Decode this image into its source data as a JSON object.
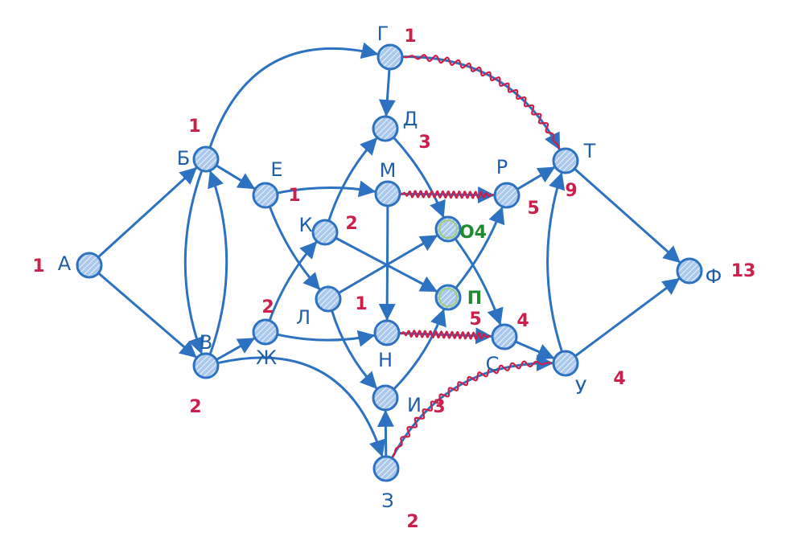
{
  "diagram": {
    "colors": {
      "edge": "#2d72c0",
      "node_fill": "#a9c8ec",
      "node_stroke": "#2d72c0",
      "label": "#1f5fa8",
      "value": "#cc1f4a",
      "value_green": "#1f8a2e",
      "wavy": "#cc1f4a"
    },
    "nodes": [
      {
        "id": "A",
        "label": "А",
        "value": "1",
        "value_color": "value"
      },
      {
        "id": "B",
        "label": "Б",
        "value": "1",
        "value_color": "value"
      },
      {
        "id": "V",
        "label": "В",
        "value": "2",
        "value_color": "value"
      },
      {
        "id": "G",
        "label": "Г",
        "value": "1",
        "value_color": "value"
      },
      {
        "id": "D",
        "label": "Д",
        "value": "3",
        "value_color": "value"
      },
      {
        "id": "E",
        "label": "Е",
        "value": "1",
        "value_color": "value"
      },
      {
        "id": "Zh",
        "label": "Ж",
        "value": "2",
        "value_color": "value"
      },
      {
        "id": "Z",
        "label": "З",
        "value": "2",
        "value_color": "value"
      },
      {
        "id": "I",
        "label": "И",
        "value": "3",
        "value_color": "value"
      },
      {
        "id": "K",
        "label": "К",
        "value": "2",
        "value_color": "value"
      },
      {
        "id": "L",
        "label": "Л",
        "value": "1",
        "value_color": "value"
      },
      {
        "id": "M",
        "label": "М",
        "value": "",
        "value_color": "value"
      },
      {
        "id": "N",
        "label": "Н",
        "value": "",
        "value_color": "value"
      },
      {
        "id": "O",
        "label": "",
        "value": "О4",
        "value_color": "value_green"
      },
      {
        "id": "P",
        "label": "",
        "value": "П",
        "value_color": "value_green"
      },
      {
        "id": "R",
        "label": "Р",
        "value": "5",
        "value_color": "value"
      },
      {
        "id": "S",
        "label": "С",
        "value": "4",
        "value_color": "value"
      },
      {
        "id": "T",
        "label": "Т",
        "value": "9",
        "value_color": "value"
      },
      {
        "id": "U",
        "label": "У",
        "value": "4",
        "value_color": "value"
      },
      {
        "id": "F",
        "label": "Ф",
        "value": "13",
        "value_color": "value"
      }
    ],
    "extra_values": [
      {
        "id": "P5",
        "value": "5",
        "value_color": "value"
      }
    ],
    "edges": [
      {
        "from": "A",
        "to": "B"
      },
      {
        "from": "A",
        "to": "V"
      },
      {
        "from": "B",
        "to": "V"
      },
      {
        "from": "V",
        "to": "B"
      },
      {
        "from": "B",
        "to": "G"
      },
      {
        "from": "B",
        "to": "E"
      },
      {
        "from": "V",
        "to": "Zh"
      },
      {
        "from": "V",
        "to": "Z"
      },
      {
        "from": "G",
        "to": "D"
      },
      {
        "from": "G",
        "to": "T"
      },
      {
        "from": "E",
        "to": "M"
      },
      {
        "from": "E",
        "to": "L"
      },
      {
        "from": "Zh",
        "to": "K"
      },
      {
        "from": "Zh",
        "to": "N"
      },
      {
        "from": "K",
        "to": "D"
      },
      {
        "from": "K",
        "to": "P"
      },
      {
        "from": "L",
        "to": "O"
      },
      {
        "from": "L",
        "to": "I"
      },
      {
        "from": "M",
        "to": "N"
      },
      {
        "from": "M",
        "to": "R"
      },
      {
        "from": "D",
        "to": "O"
      },
      {
        "from": "I",
        "to": "P"
      },
      {
        "from": "N",
        "to": "S"
      },
      {
        "from": "O",
        "to": "S"
      },
      {
        "from": "P",
        "to": "R"
      },
      {
        "from": "R",
        "to": "T"
      },
      {
        "from": "S",
        "to": "U"
      },
      {
        "from": "Z",
        "to": "I"
      },
      {
        "from": "Z",
        "to": "U"
      },
      {
        "from": "T",
        "to": "F"
      },
      {
        "from": "U",
        "to": "F"
      },
      {
        "from": "U",
        "to": "T"
      }
    ],
    "wavy_edges": [
      {
        "from": "G",
        "to": "T"
      },
      {
        "from": "M",
        "to": "R"
      },
      {
        "from": "N",
        "to": "S"
      },
      {
        "from": "Z",
        "to": "U"
      }
    ]
  }
}
